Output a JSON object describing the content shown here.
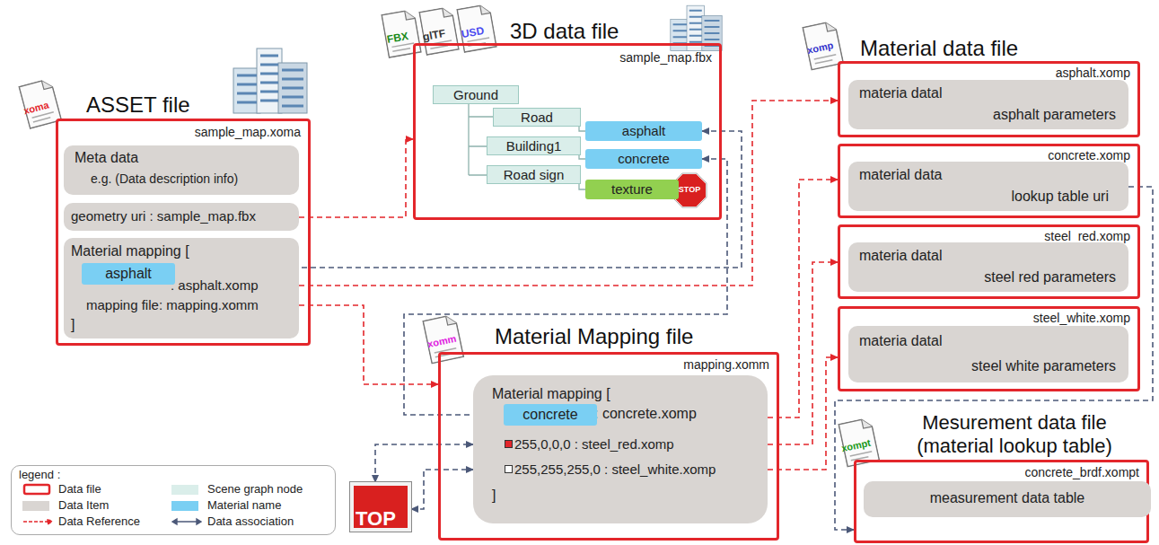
{
  "diagram": {
    "nodes": [
      {
        "text": [
          "ASSET file",
          "sample_map.xoma"
        ]
      },
      {
        "text": [
          "Meta data",
          "e.g. (Data description info)"
        ],
        "in": 0
      },
      {
        "text": [
          "geometry uri : sample_map.fbx"
        ],
        "in": 0
      },
      {
        "text": [
          "Material mapping [",
          ": asphalt.xomp",
          "mapping file: mapping.xomm",
          "]"
        ],
        "in": 0
      },
      {
        "text": [
          "asphalt"
        ],
        "in": 3
      },
      {
        "text": [
          "3D data file",
          "sample_map.fbx"
        ]
      },
      {
        "text": [
          "Ground"
        ],
        "in": 5
      },
      {
        "text": [
          "Road"
        ],
        "in": 5
      },
      {
        "text": [
          "Building1"
        ],
        "in": 5
      },
      {
        "text": [
          "Road sign"
        ],
        "in": 5
      },
      {
        "text": [
          "asphalt"
        ],
        "in": 5
      },
      {
        "text": [
          "concrete"
        ],
        "in": 5
      },
      {
        "text": [
          "texture"
        ],
        "in": 5
      },
      {
        "text": [
          "Material data file",
          "asphalt.xomp"
        ]
      },
      {
        "text": [
          "materia datal",
          "asphalt parameters"
        ],
        "in": 13
      },
      {
        "text": [
          "concrete.xomp"
        ]
      },
      {
        "text": [
          "material data",
          "lookup table uri"
        ],
        "in": 15
      },
      {
        "text": [
          "steel_red.xomp"
        ]
      },
      {
        "text": [
          "materia datal",
          "steel red parameters"
        ],
        "in": 17
      },
      {
        "text": [
          "steel_white.xomp"
        ]
      },
      {
        "text": [
          "materia datal",
          "steel white parameters"
        ],
        "in": 19
      },
      {
        "text": [
          "Material Mapping file",
          "mapping.xomm"
        ]
      },
      {
        "text": [
          "Material mapping [",
          ": concrete.xomp",
          "255,0,0,0 : steel_red.xomp",
          "255,255,255,0 : steel_white.xomp",
          "]"
        ],
        "in": 21
      },
      {
        "text": [
          "concrete"
        ],
        "in": 22
      },
      {
        "text": [
          "Mesurement data file (material lookup table)",
          "concrete_brdf.xompt"
        ]
      },
      {
        "text": [
          "measurement data table"
        ],
        "in": 24
      },
      {
        "text": [
          "TOP"
        ]
      }
    ],
    "edges": [
      {
        "from": 2,
        "to": 5,
        "arrow": "to"
      },
      {
        "from": 3,
        "to": 13,
        "arrow": "to"
      },
      {
        "from": 3,
        "to": 21,
        "arrow": "to"
      },
      {
        "from": 22,
        "to": 15,
        "arrow": "to"
      },
      {
        "from": 22,
        "to": 17,
        "arrow": "to"
      },
      {
        "from": 22,
        "to": 19,
        "arrow": "to"
      },
      {
        "from": 10,
        "to": 4,
        "arrow": "both"
      },
      {
        "from": 11,
        "to": 23,
        "arrow": "both"
      },
      {
        "from": 16,
        "to": 24,
        "arrow": "to"
      },
      {
        "from": 26,
        "to": 22,
        "arrow": "both"
      },
      {
        "from": 26,
        "to": 22,
        "arrow": "both"
      }
    ],
    "labels": [
      "legend :",
      "FBX",
      "glTF",
      "USD",
      "xoma",
      "xomp",
      "xomm",
      "xompt",
      "STOP"
    ],
    "legend": [
      {
        "text": "Data file"
      },
      {
        "text": "Scene graph node",
        "color": "#daeeea"
      },
      {
        "text": "Data Item",
        "color": "#d9d5d2"
      },
      {
        "text": "Material name",
        "color": "#7acff3"
      },
      {
        "text": "Data Reference"
      },
      {
        "text": "Data association"
      }
    ]
  }
}
